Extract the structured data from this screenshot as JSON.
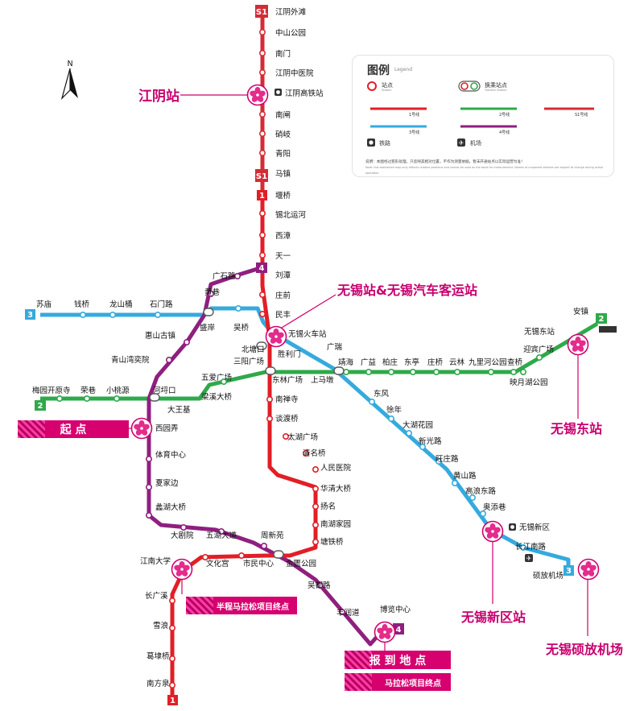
{
  "colors": {
    "line1": "#e21e26",
    "line2": "#2fa94a",
    "line3": "#35aadd",
    "line4": "#8f1f7f",
    "lineS1": "#d42c36",
    "highlight": "#c8006f",
    "banner": "#d6006f"
  },
  "compass": {
    "letter": "N",
    "icon": "north-arrow-icon"
  },
  "legend": {
    "title": "图例",
    "title_en": "Legend",
    "station": "站点",
    "station_en": "Station",
    "interchange": "换乘站点",
    "interchange_en": "Transfer Station",
    "line1": "1号线",
    "line2": "2号线",
    "lineS1": "S1号线",
    "line3": "3号线",
    "line4": "4号线",
    "railway": "铁路",
    "railway_icon": "railway-icon",
    "airport": "机场",
    "airport_icon": "airport-icon",
    "note": "说明：本图经过变形处理，只反映其相对位置，不作为测量依据。暂未开通站点以实际运营为准！",
    "note_en": "Note: this abstracted map only reflects relative positions and cannot be used as the basis for measurement. Names of unopened stations are subject to change during actual operation."
  },
  "line_badges": {
    "s1_top": "S1",
    "s1_mid": "S1",
    "l1_mid": "1",
    "l1_bottom": "1",
    "l4_top": "4",
    "l4_bottom": "4",
    "l3_left": "3",
    "l3_right": "3",
    "l2_left": "2",
    "l2_right": "2"
  },
  "stations": {
    "jiangyin_waitan": "江阴外滩",
    "zhongshan_gongyuan": "中山公园",
    "nanmen": "南门",
    "jiangyin_zhongyiyuan": "江阴中医院",
    "jiangyin_gaotie": "江阴高铁站",
    "nanzha": "南闸",
    "chaoqi": "硝岐",
    "qingyang": "青阳",
    "mazhen": "马镇",
    "yanqiao": "堰桥",
    "xibei_yunhe": "锡北运河",
    "xizhang": "西漳",
    "tianyi": "天一",
    "liutan": "刘潭",
    "zhuangqian": "庄前",
    "minfeng": "民丰",
    "wuxi_huochezhan": "无锡火车站",
    "shengli_men": "胜利门",
    "sanyang_guangchang": "三阳广场",
    "nanchansi": "南禅寺",
    "tanduqiao": "谈渡桥",
    "taihu_guangchang": "太湖广场",
    "qingmingqiao": "清名桥",
    "renmin_yiyuan": "人民医院",
    "huaqing_daqiao": "华清大桥",
    "yangming": "扬名",
    "nanhu_jiayuan": "南湖家园",
    "xuzhuang_qiao": "塘铁桥",
    "jinkuang_gongyuan": "金匮公园",
    "wudu_lu": "吴都路",
    "fengrun_dao": "丰润道",
    "bolan_zhongxin": "博览中心",
    "jiangnan_daxue": "江南大学",
    "changguangxi": "长广溪",
    "xuelang": "雪浪",
    "gedaiqiao": "葛埭桥",
    "nanfangquan": "南方泉",
    "shimin_zhongxin": "市民中心",
    "wenhua_gong": "文化宫",
    "zhouxinyuan": "周新苑",
    "wuhu_dadao": "五湖大道",
    "dajuyuan": "大剧院",
    "lihu_daqiao": "蠡湖大桥",
    "xiajiabian": "夏家边",
    "tiyu_zhongxin": "体育中心",
    "xiyuanlong": "西园弄",
    "dawangji": "大王基",
    "heping_kou": "河埒口",
    "qingshanwan": "青山湾奕院",
    "huishan_guzhen": "惠山古镇",
    "shengan": "盛岸",
    "huangxiang": "黄巷",
    "guangshi_lu": "广石路",
    "wuqiao": "吴桥",
    "beitang_kou": "北塘口",
    "sunan": "苏庙",
    "qianqiao": "钱桥",
    "longshan_tong": "龙山桶",
    "shimen_lu": "石门路",
    "meiyuan_kaiyuansi": "梅园开原寺",
    "rongxiang": "荣巷",
    "xiaotaoyuan": "小桃源",
    "wuai_guangchang": "五爱广场",
    "liangxi_daqiao": "梁溪大桥",
    "donglin_guangchang": "东林广场",
    "shangma_dun": "上马墩",
    "guangrui": "广瑞",
    "sihe": "靖海",
    "guangyi": "广益",
    "baizhuang": "柏庄",
    "dongting": "东亭",
    "zhuangqiao": "庄桥",
    "yunlin": "云林",
    "jiulihe_gongyuan": "九里河公园",
    "chaqiao": "查桥",
    "anzhen": "安镇",
    "wuxi_dongzhan": "无锡东站",
    "yingbin_guangchang": "迎宾广场",
    "yanyuehu_gongyuan": "映月湖公园",
    "dongfeng": "东风",
    "xuchang": "徐年",
    "taihu_huayuan": "大湖花园",
    "xinguang_lu": "新光路",
    "wangzhuang_lu": "旺庄路",
    "huangshan_lu": "黄山路",
    "gaolang_donglu": "高浪东路",
    "lijiaxiang": "奥添巷",
    "wuxi_xinqu": "无锡新区",
    "changjiang_nanlu": "长江南路",
    "shuofang_jichang": "硕放机场"
  },
  "callouts": {
    "jiangyin": "江阴站",
    "wuxi_station": "无锡站&无锡汽车客运站",
    "wuxi_east": "无锡东站",
    "wuxi_xinqu": "无锡新区站",
    "airport": "无锡硕放机场"
  },
  "banners": {
    "start": "起 点",
    "half_marathon_finish": "半程马拉松项目终点",
    "checkin": "报 到 地 点",
    "marathon_finish": "马拉松项目终点"
  },
  "icons": {
    "highlight_station": "cherry-blossom-icon",
    "railway": "railway-icon",
    "airport": "airport-icon"
  }
}
